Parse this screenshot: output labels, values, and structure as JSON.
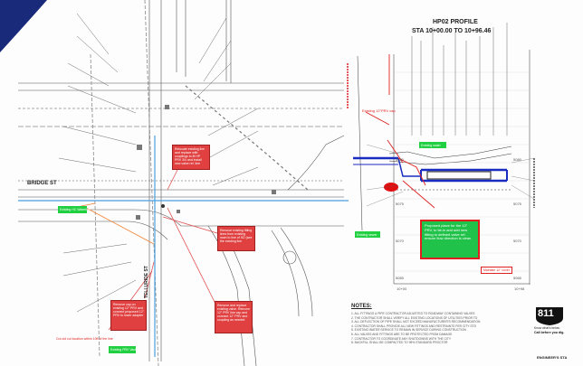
{
  "plan": {
    "street_left": "BRIDGE ST",
    "street_vertical": "TELLURIDE ST",
    "red_notes": [
      "Relocate existing line and replace with couplings to fit HP PRV 3/4 and install new valve ref. line",
      "Remove existing fitting lines from existing main to line of SD (see the existing line",
      "Remove cap on existing 12\" PRV and connect proposed 12\" PRV to lower adapter",
      "Remove and replace existing valve. Remove 12\" PRV line cap and connect 12\" PRV and coupling as needed"
    ],
    "green_notes": [
      "Existing HC Waterline",
      "Existing PRV Vault"
    ],
    "bottom_red_text": "Cut old cut location within 10ft of the line"
  },
  "profile": {
    "title": "HP02 PROFILE",
    "subtitle": "STA 10+00.00 TO 10+96.46",
    "red_label": "Existing 12\"PRV cap",
    "green_tags": [
      "Existing water line",
      "Existing sewer main"
    ],
    "big_note": "Proposed place for the 12\" PRV, to tie-in and add new fitting to defined valve ref. ensure flow direction is clean",
    "red_small_box": "Maintain 12\" cover",
    "elevations_left": [
      "5080",
      "5075",
      "5070",
      "5065"
    ],
    "elevations_right": [
      "5080",
      "5075",
      "5070",
      "5065"
    ],
    "stations": [
      "10+00",
      "10+98"
    ]
  },
  "notes": {
    "heading": "NOTES:",
    "lines": [
      "1. ALL FITTINGS & PIPE CONTRACTOR ADJUSTED TO ROADWAY CONTAINING VALVES",
      "2. THE CONTRACTOR SHALL VERIFY ALL EXISTING LOCATIONS OF UTILITIES PRIOR TO",
      "3. ALL DEFLECTION OF PIPE SHALL NOT EXCEED MANUFACTURER'S RECOMMENDATION",
      "4. CONTRACTOR SHALL PROVIDE ALL NEW FITTINGS AND RESTRAINTS PER CITY STD",
      "5. EXISTING WATER SERVICE TO REMAIN IN SERVICE DURING CONSTRUCTION",
      "6. ALL VALVES AND FITTINGS ARE TO BE PROTECTED FROM DAMAGE",
      "7. CONTRACTOR TO COORDINATE ANY SHUTDOWNS WITH THE CITY",
      "8. BACKFILL SHALL BE COMPACTED TO 95% STANDARD PROCTOR"
    ]
  },
  "logo": {
    "number": "811",
    "line1": "Know what's below.",
    "line2": "Call before you dig."
  },
  "footer_right": "ENGINEER'S STA",
  "colors": {
    "corner_navy": "#1a2a7a",
    "red_note": "#e04040",
    "green_note": "#21c24a",
    "pipe_blue": "#1a2cc0"
  }
}
